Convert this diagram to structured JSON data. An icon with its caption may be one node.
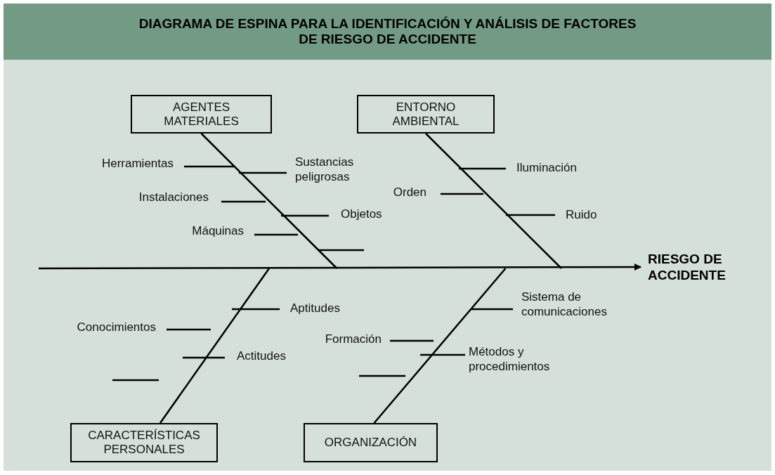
{
  "diagram": {
    "title": "DIAGRAMA DE ESPINA PARA LA IDENTIFICACIÓN Y ANÁLISIS DE FACTORES DE RIESGO DE ACCIDENTE",
    "nodes": [
      {
        "text": [
          "AGENTES MATERIALES"
        ]
      },
      {
        "text": [
          "ENTORNO AMBIENTAL"
        ]
      },
      {
        "text": [
          "CARACTERÍSTICAS PERSONALES"
        ]
      },
      {
        "text": [
          "ORGANIZACIÓN"
        ]
      },
      {
        "text": [
          "RIESGO DE ACCIDENTE"
        ]
      }
    ],
    "edges": [
      {
        "from": null,
        "to": 4,
        "arrow": "to"
      },
      {
        "from": 0,
        "to": 4,
        "arrow": "to"
      },
      {
        "from": 1,
        "to": 4,
        "arrow": "to"
      },
      {
        "from": 2,
        "to": 4,
        "arrow": "to"
      },
      {
        "from": 3,
        "to": 4,
        "arrow": "to"
      }
    ],
    "labels": [
      "Herramientas",
      "Sustancias peligrosas",
      "Instalaciones",
      "Objetos",
      "Máquinas",
      "Iluminación",
      "Orden",
      "Ruido",
      "Aptitudes",
      "Conocimientos",
      "Actitudes",
      "Sistema de comunicaciones",
      "Formación",
      "Métodos y procedimientos"
    ]
  }
}
